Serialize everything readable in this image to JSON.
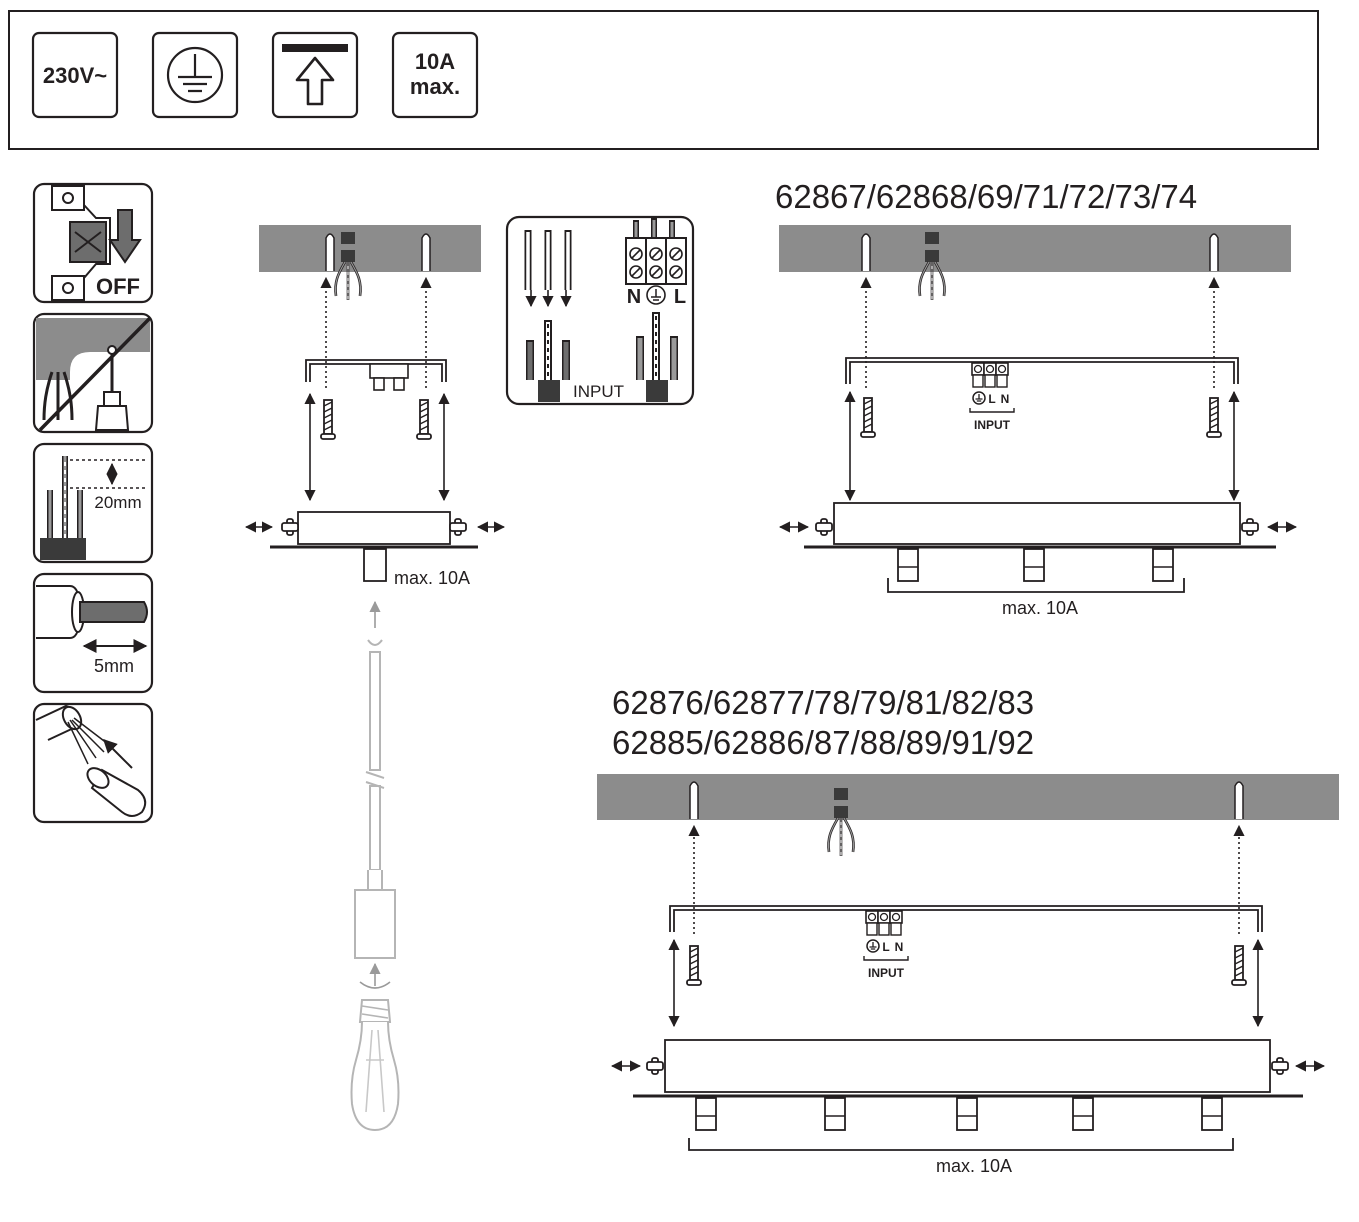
{
  "header": {
    "voltage": "230V~",
    "current_line1": "10A",
    "current_line2": "max.",
    "icons": [
      "ground-symbol-icon",
      "ceiling-mount-icon"
    ]
  },
  "steps": {
    "off_label": "OFF",
    "strip_length": "20mm",
    "strip_core": "5mm",
    "icons": [
      "power-off-icon",
      "no-cable-hang-icon",
      "strip-20mm-icon",
      "strip-5mm-icon",
      "wire-end-sleeve-icon"
    ]
  },
  "terminal_detail": {
    "n_label": "N",
    "l_label": "L",
    "input_label": "INPUT"
  },
  "single": {
    "max_label": "max. 10A"
  },
  "three": {
    "models": "62867/62868/69/71/72/73/74",
    "terminal_n": "N",
    "terminal_l": "L",
    "input_label": "INPUT",
    "max_label": "max. 10A"
  },
  "five": {
    "models_line1": "62876/62877/78/79/81/82/83",
    "models_line2": "62885/62886/87/88/89/91/92",
    "terminal_n": "N",
    "terminal_l": "L",
    "input_label": "INPUT",
    "max_label": "max. 10A"
  },
  "colors": {
    "line": "#231f20",
    "ceiling": "#8c8c8c",
    "dark_box": "#3a3a3a",
    "faded": "#b5b5b5"
  }
}
